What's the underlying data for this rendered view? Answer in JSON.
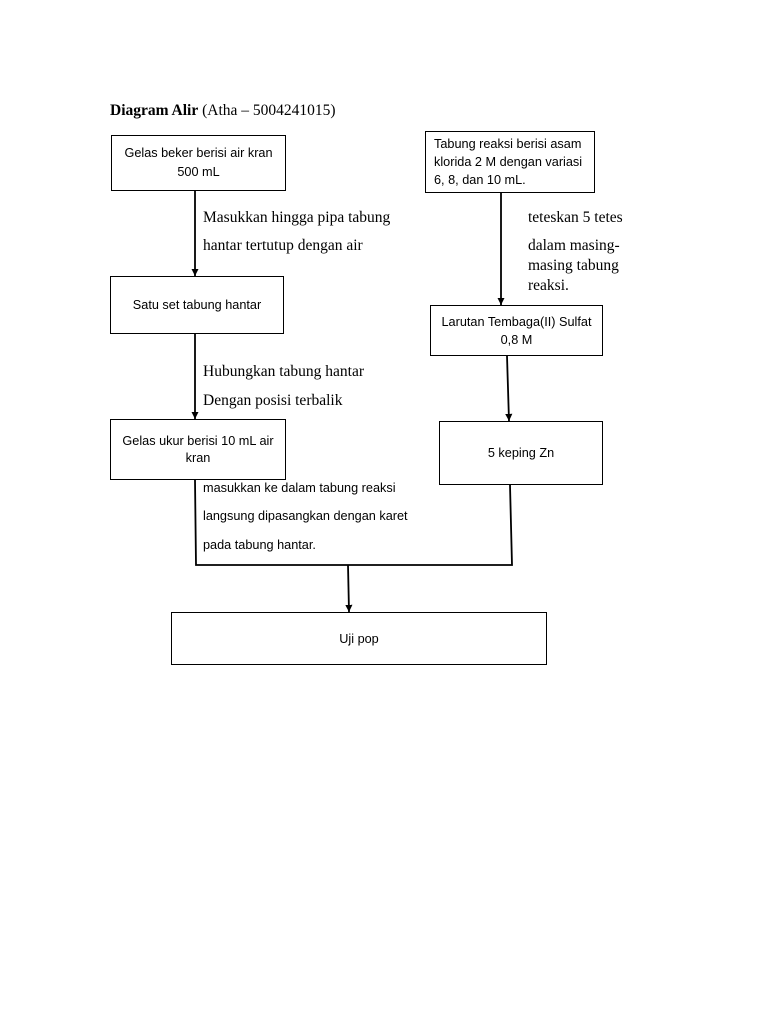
{
  "title": {
    "bold": "Diagram Alir",
    "normal": "(Atha – 5004241015)"
  },
  "boxes": {
    "gelas_beker": {
      "lines": [
        "Gelas beker berisi air kran",
        "500 mL"
      ]
    },
    "tabung_reaksi": {
      "lines": [
        "Tabung reaksi berisi asam",
        "klorida 2 M dengan variasi",
        "6, 8, dan 10 mL."
      ]
    },
    "satu_set": {
      "lines": [
        "Satu set tabung hantar"
      ]
    },
    "larutan": {
      "lines": [
        "Larutan Tembaga(II) Sulfat",
        "0,8 M"
      ]
    },
    "gelas_ukur": {
      "lines": [
        "Gelas ukur berisi 10 mL air",
        "kran"
      ]
    },
    "keping_zn": {
      "lines": [
        "5 keping Zn"
      ]
    },
    "uji_pop": {
      "lines": [
        "Uji pop"
      ]
    }
  },
  "labels": {
    "masukkan_air": [
      "Masukkan hingga pipa tabung",
      "hantar tertutup dengan air"
    ],
    "teteskan": [
      "teteskan 5 tetes",
      "dalam masing-",
      "masing tabung",
      "reaksi."
    ],
    "hubungkan": [
      "Hubungkan tabung hantar",
      "Dengan posisi terbalik"
    ],
    "masukkan_reaksi": [
      "masukkan ke dalam tabung reaksi",
      "langsung dipasangkan dengan karet",
      "pada tabung hantar."
    ]
  },
  "colors": {
    "ink": "#000000",
    "background": "#ffffff"
  }
}
